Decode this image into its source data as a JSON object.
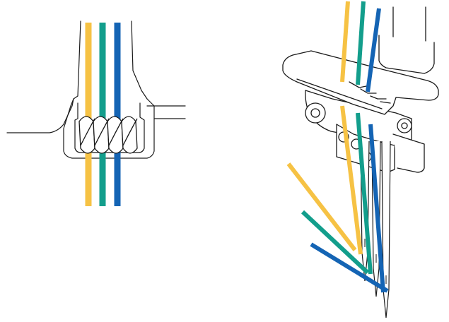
{
  "threads": {
    "yellow": "#F6C244",
    "teal": "#139E8C",
    "blue": "#1464B4"
  },
  "line_color": "#1a1a1a",
  "left_panel": {
    "subject": "thread-tension-spring-closeup",
    "thread_order": [
      "yellow",
      "teal",
      "blue"
    ]
  },
  "right_panel": {
    "subject": "three-needle-threading-guide",
    "thread_order": [
      "yellow",
      "teal",
      "blue"
    ],
    "needle_count": 3
  }
}
